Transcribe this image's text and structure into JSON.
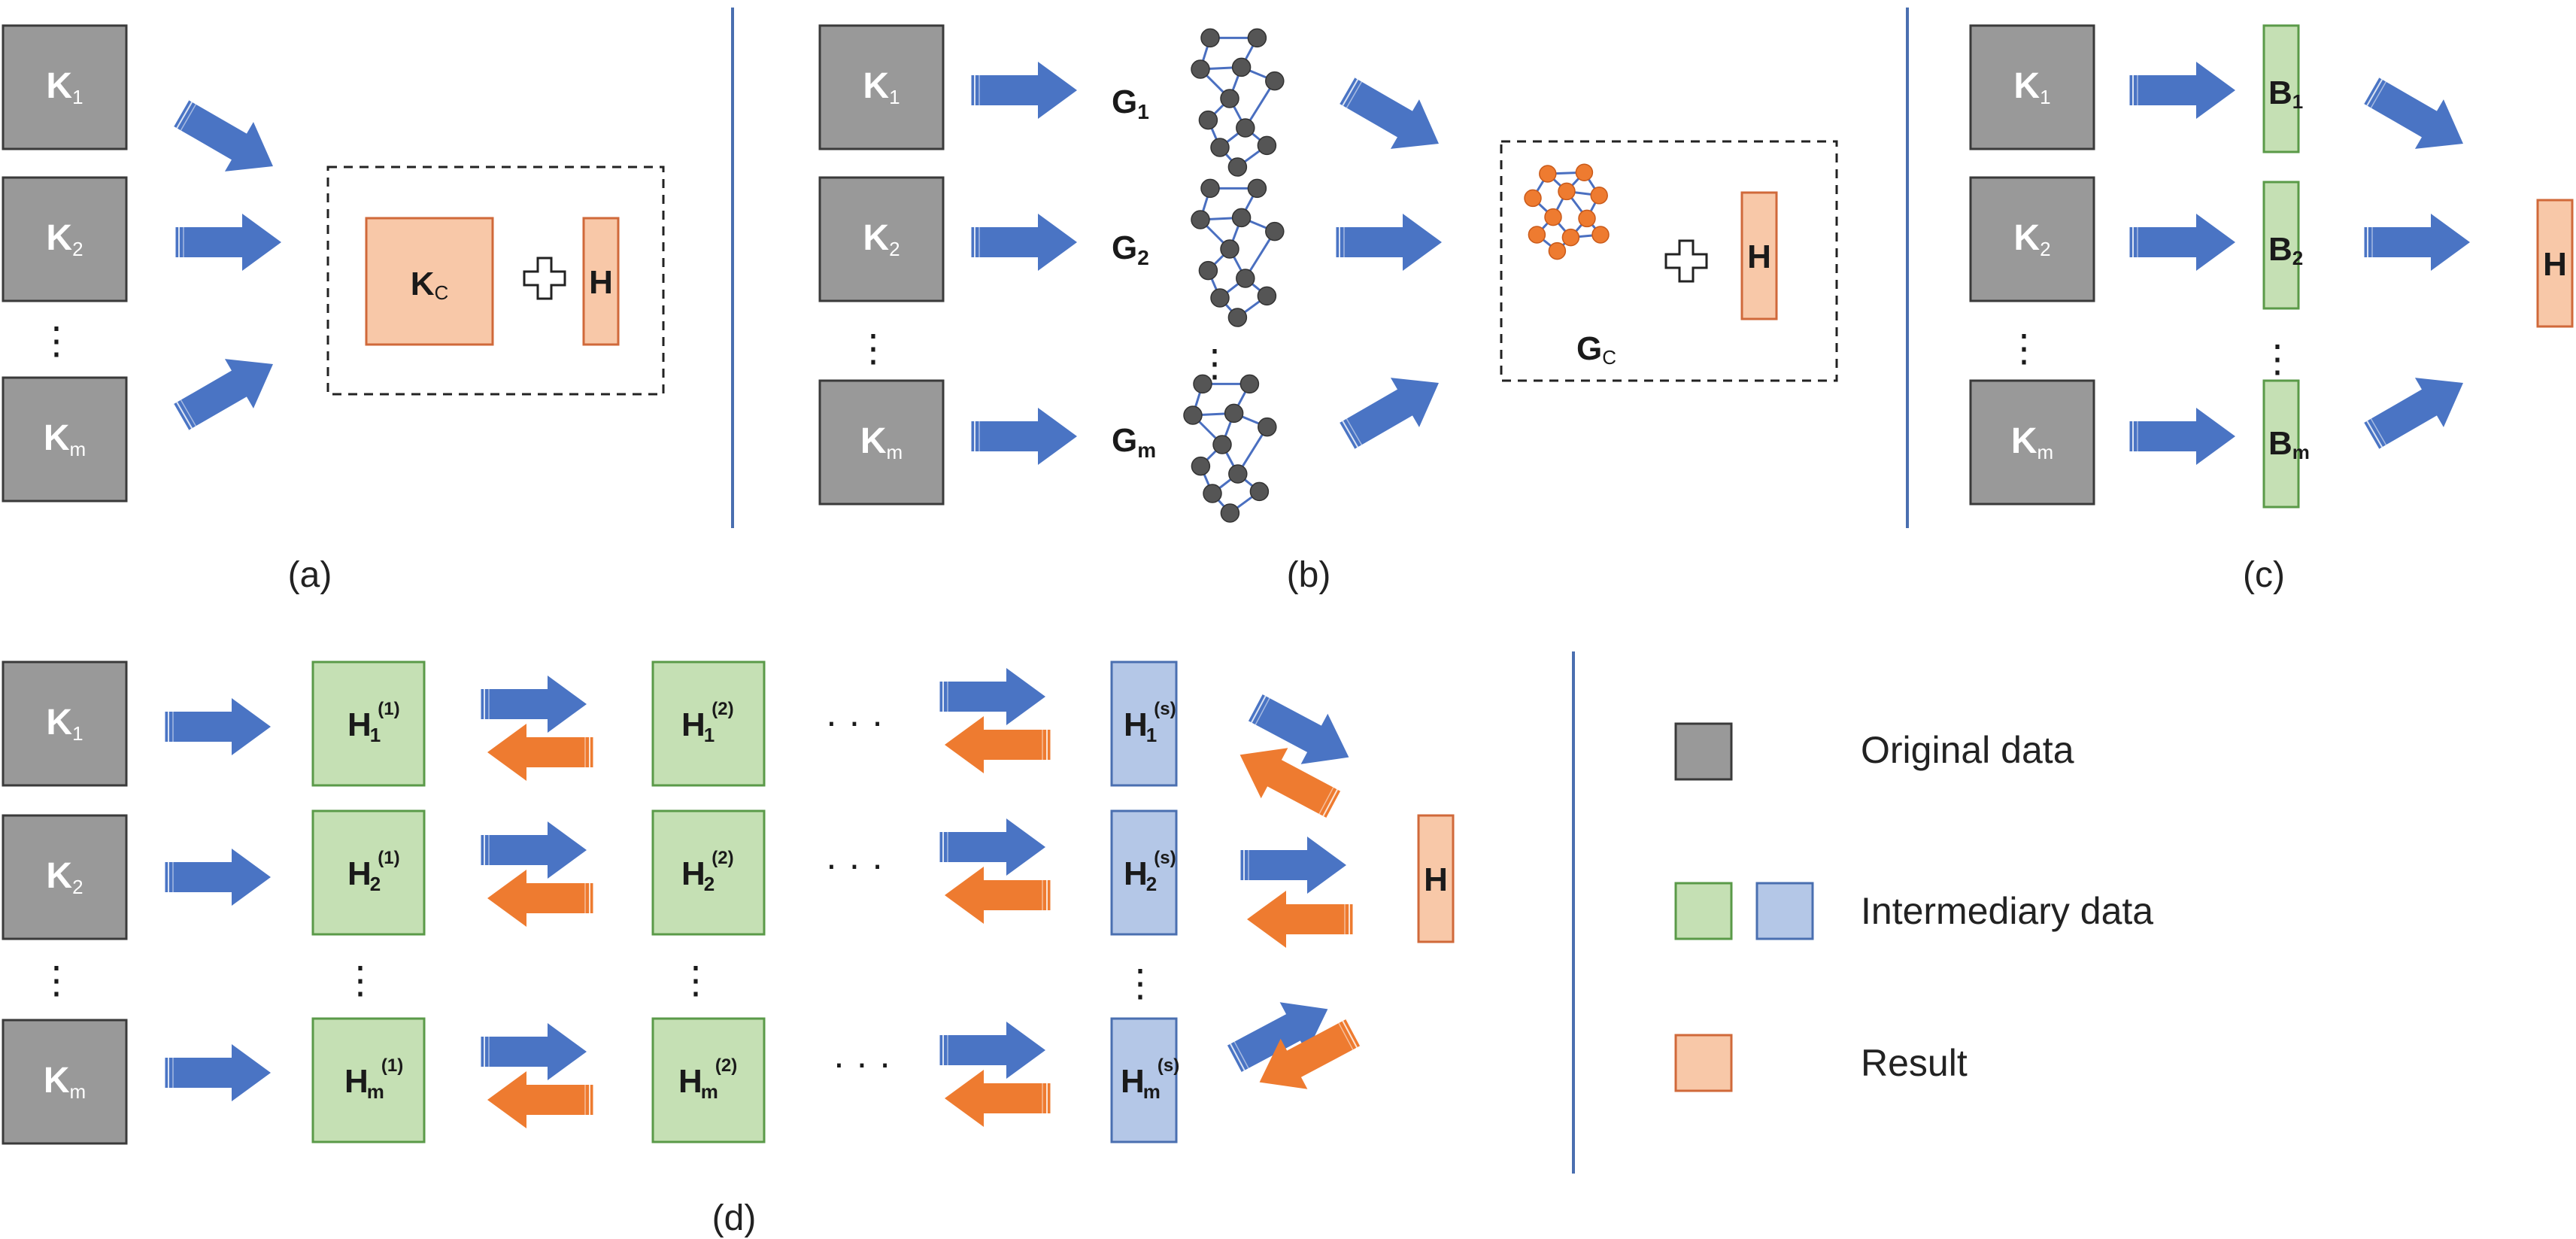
{
  "panels": {
    "a": {
      "label": "(a)",
      "kernels": [
        {
          "main": "K",
          "sub": "1"
        },
        {
          "main": "K",
          "sub": "2"
        },
        {
          "main": "K",
          "sub": "m"
        }
      ],
      "consensus": {
        "main": "K",
        "sub": "C"
      },
      "result": "H"
    },
    "b": {
      "label": "(b)",
      "kernels": [
        {
          "main": "K",
          "sub": "1"
        },
        {
          "main": "K",
          "sub": "2"
        },
        {
          "main": "K",
          "sub": "m"
        }
      ],
      "graphs": [
        {
          "main": "G",
          "sub": "1"
        },
        {
          "main": "G",
          "sub": "2"
        },
        {
          "main": "G",
          "sub": "m"
        }
      ],
      "consensus": {
        "main": "G",
        "sub": "C"
      },
      "result": "H"
    },
    "c": {
      "label": "(c)",
      "kernels": [
        {
          "main": "K",
          "sub": "1"
        },
        {
          "main": "K",
          "sub": "2"
        },
        {
          "main": "K",
          "sub": "m"
        }
      ],
      "partitions": [
        {
          "main": "B",
          "sub": "1"
        },
        {
          "main": "B",
          "sub": "2"
        },
        {
          "main": "B",
          "sub": "m"
        }
      ],
      "result": "H"
    },
    "d": {
      "label": "(d)",
      "kernels": [
        {
          "main": "K",
          "sub": "1"
        },
        {
          "main": "K",
          "sub": "2"
        },
        {
          "main": "K",
          "sub": "m"
        }
      ],
      "stage1": [
        {
          "main": "H",
          "sub": "1",
          "sup": "(1)"
        },
        {
          "main": "H",
          "sub": "2",
          "sup": "(1)"
        },
        {
          "main": "H",
          "sub": "m",
          "sup": "(1)"
        }
      ],
      "stage2": [
        {
          "main": "H",
          "sub": "1",
          "sup": "(2)"
        },
        {
          "main": "H",
          "sub": "2",
          "sup": "(2)"
        },
        {
          "main": "H",
          "sub": "m",
          "sup": "(2)"
        }
      ],
      "stageS": [
        {
          "main": "H",
          "sub": "1",
          "sup": "(s)"
        },
        {
          "main": "H",
          "sub": "2",
          "sup": "(s)"
        },
        {
          "main": "H",
          "sub": "m",
          "sup": "(s)"
        }
      ],
      "ellipsis": "· · ·",
      "result": "H"
    }
  },
  "legend": {
    "original": "Original data",
    "intermediary": "Intermediary data",
    "result": "Result"
  },
  "colors": {
    "gray_fill": "#999999",
    "gray_stroke": "#3a3a3a",
    "orange_fill": "#f8c8a8",
    "orange_stroke": "#d0693a",
    "green_fill": "#c5e0b4",
    "green_stroke": "#5a9a48",
    "blue_fill": "#b4c7e7",
    "blue_stroke": "#4a6fb0",
    "arrow_blue": "#4a74c4",
    "arrow_orange": "#ee7b30",
    "divider": "#4a6fb0",
    "node_gray": "#555555",
    "node_orange": "#ee7b30",
    "edge_blue": "#4a6fc0"
  }
}
